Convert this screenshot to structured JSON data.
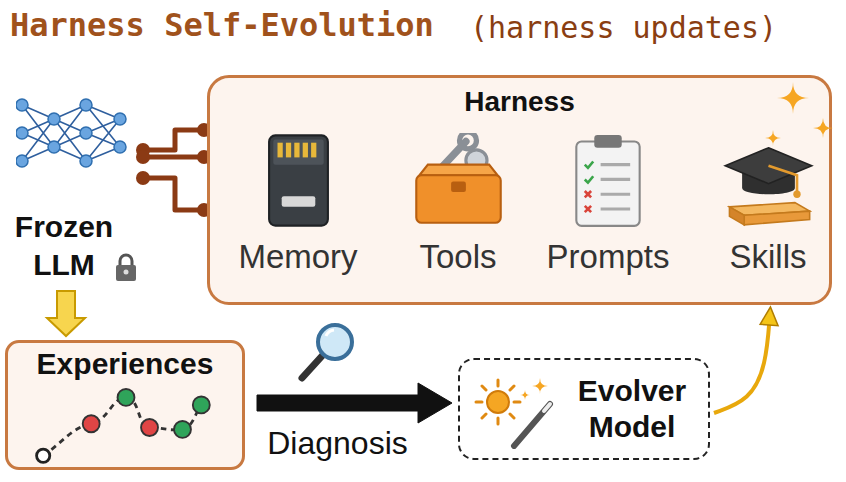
{
  "diagram": {
    "title": "Harness Self-Evolution",
    "nodes": [
      {
        "text": [
          "Frozen LLM"
        ]
      },
      {
        "text": [
          "Harness"
        ]
      },
      {
        "text": [
          "Memory"
        ],
        "in": 1
      },
      {
        "text": [
          "Tools"
        ],
        "in": 1
      },
      {
        "text": [
          "Prompts"
        ],
        "in": 1
      },
      {
        "text": [
          "Skills"
        ],
        "in": 1
      },
      {
        "text": [
          "Experiences"
        ]
      },
      {
        "text": [
          "Evolver Model"
        ]
      }
    ],
    "edges": [
      {
        "from": 0,
        "to": 1,
        "arrow": "none"
      },
      {
        "from": 0,
        "to": 1,
        "arrow": "none"
      },
      {
        "from": 0,
        "to": 1,
        "arrow": "none"
      },
      {
        "from": 0,
        "to": 6,
        "arrow": "to"
      },
      {
        "from": 6,
        "to": 7,
        "label": "Diagnosis",
        "arrow": "to"
      },
      {
        "from": 7,
        "to": 1,
        "arrow": "to"
      }
    ],
    "labels": [
      "(harness updates)"
    ]
  }
}
